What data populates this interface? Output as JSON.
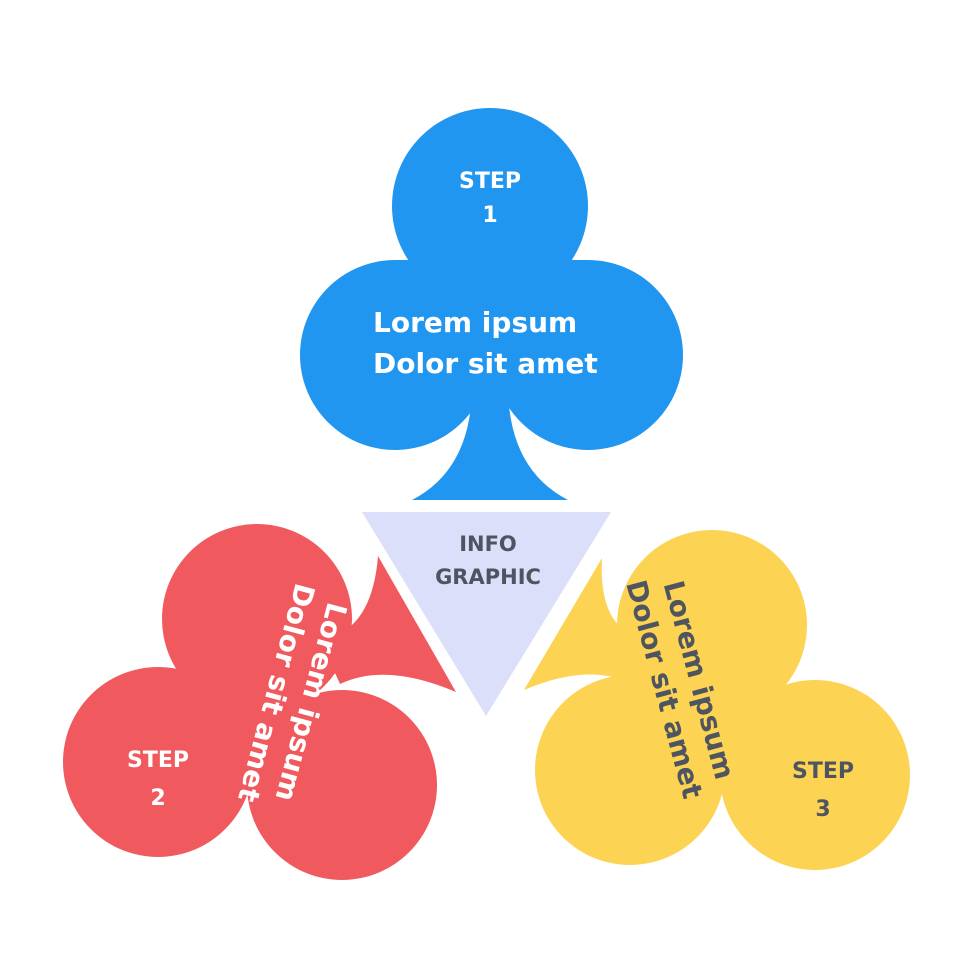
{
  "center": {
    "line1": "INFO",
    "line2": "GRAPHIC",
    "fill": "#dcdff9",
    "text_color": "#4f5560"
  },
  "steps": [
    {
      "id": "step-1",
      "title_line1": "STEP",
      "title_line2": "1",
      "body_line1": "Lorem ipsum",
      "body_line2": "Dolor sit amet",
      "fill": "#2196f0",
      "text_color": "#ffffff"
    },
    {
      "id": "step-2",
      "title_line1": "STEP",
      "title_line2": "2",
      "body_line1": "Lorem ipsum",
      "body_line2": "Dolor sit amet",
      "fill": "#f05a5f",
      "text_color": "#ffffff"
    },
    {
      "id": "step-3",
      "title_line1": "STEP",
      "title_line2": "3",
      "body_line1": "Lorem ipsum",
      "body_line2": "Dolor sit amet",
      "fill": "#fcd353",
      "text_color": "#4f5560"
    }
  ]
}
